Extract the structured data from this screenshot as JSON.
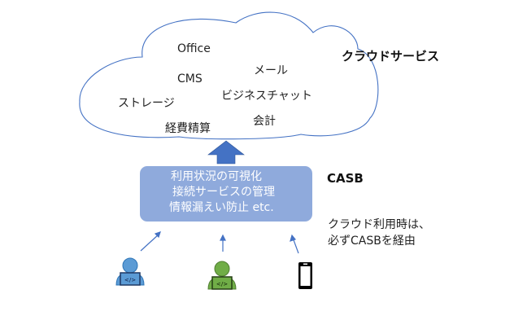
{
  "cloud": {
    "title": "クラウドサービス",
    "services": [
      "Office",
      "メール",
      "CMS",
      "ビジネスチャット",
      "ストレージ",
      "会計",
      "経費精算"
    ]
  },
  "casb": {
    "label": "CASB",
    "functions": [
      "利用状況の可視化",
      "接続サービスの管理",
      "情報漏えい防止 etc."
    ]
  },
  "note": {
    "line1": "クラウド利用時は、",
    "line2": "必ずCASBを経由"
  },
  "devices": [
    {
      "type": "developer-pc",
      "color": "#5b9bd5",
      "glyph": "</>"
    },
    {
      "type": "developer-pc",
      "color": "#70ad47",
      "glyph": "</>"
    },
    {
      "type": "smartphone",
      "color": "#000000"
    }
  ],
  "colors": {
    "cloud_outline": "#4472c4",
    "casb_box": "#8faadc",
    "up_arrow": "#4472c4"
  }
}
